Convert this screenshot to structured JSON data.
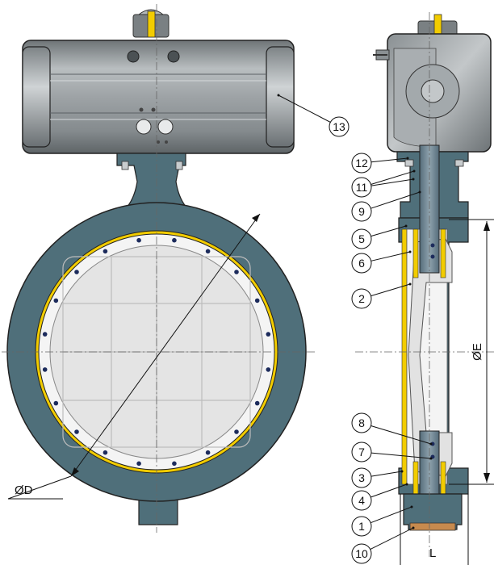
{
  "colors": {
    "body_blue": "#4f6f7a",
    "body_blue_dark": "#3b5762",
    "seat_white": "#f1f1f1",
    "disc_grey": "#e4e4e4",
    "actuator_grey": "#9aa0a3",
    "liner_yellow": "#f2cc00",
    "bolt_navy": "#1c2b5c",
    "stem_blue": "#6f8797"
  },
  "callouts": [
    {
      "num": "13"
    },
    {
      "num": "12"
    },
    {
      "num": "11"
    },
    {
      "num": "9"
    },
    {
      "num": "5"
    },
    {
      "num": "6"
    },
    {
      "num": "2"
    },
    {
      "num": "8"
    },
    {
      "num": "7"
    },
    {
      "num": "3"
    },
    {
      "num": "4"
    },
    {
      "num": "1"
    },
    {
      "num": "10"
    }
  ],
  "dimensions": {
    "d_label": "ØD",
    "e_label": "ØE",
    "l_label": "L"
  }
}
